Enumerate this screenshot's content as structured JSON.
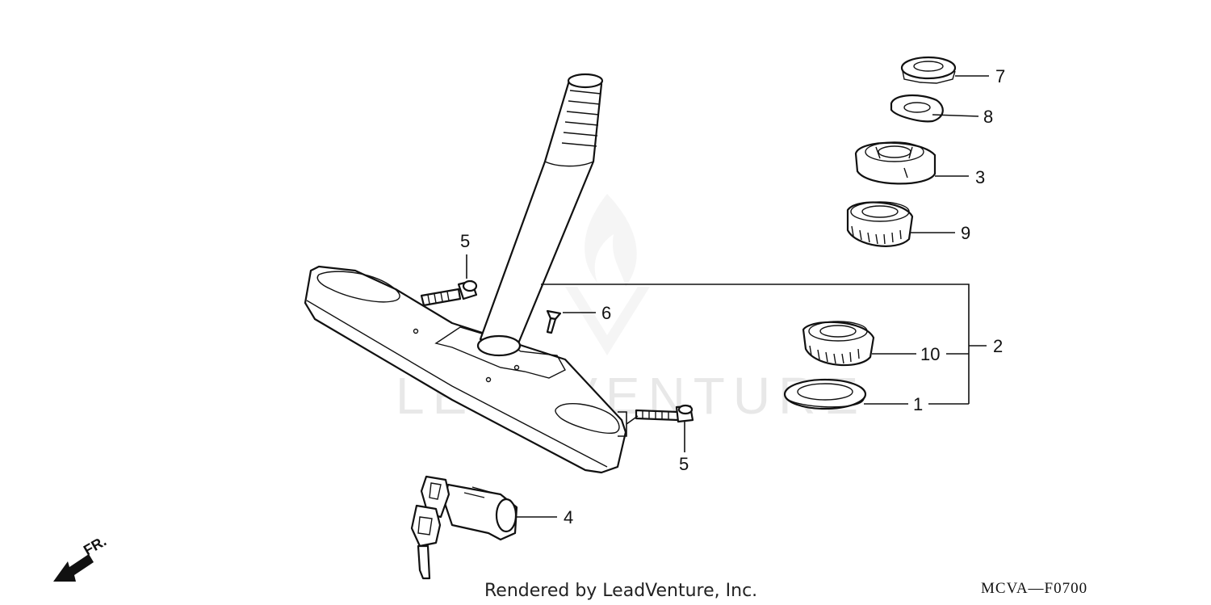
{
  "diagram": {
    "callouts": [
      {
        "id": "7",
        "label": "7"
      },
      {
        "id": "8",
        "label": "8"
      },
      {
        "id": "3",
        "label": "3"
      },
      {
        "id": "9",
        "label": "9"
      },
      {
        "id": "5a",
        "label": "5"
      },
      {
        "id": "6",
        "label": "6"
      },
      {
        "id": "2",
        "label": "2"
      },
      {
        "id": "10",
        "label": "10"
      },
      {
        "id": "1",
        "label": "1"
      },
      {
        "id": "5b",
        "label": "5"
      },
      {
        "id": "4",
        "label": "4"
      }
    ],
    "direction_label": "FR.",
    "watermark_text": "LEADVENTURE",
    "footer": {
      "rendered_by": "Rendered by LeadVenture, Inc.",
      "diagram_code": "MCVA—F0700"
    }
  }
}
